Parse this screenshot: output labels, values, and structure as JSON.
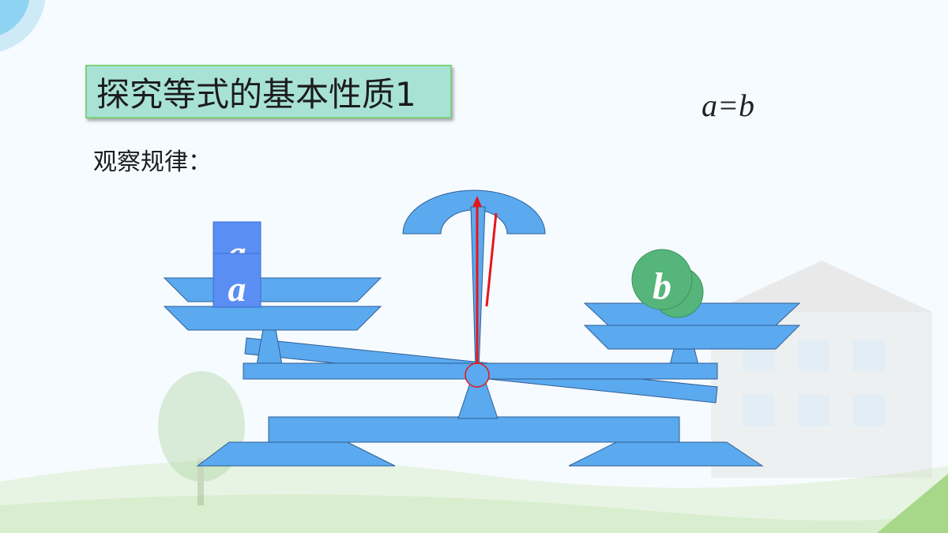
{
  "title": "探究等式的基本性质1",
  "subtitle": "观察规律：",
  "equation": "a=b",
  "left_pan": {
    "block_label": "a",
    "block_count": 2
  },
  "right_pan": {
    "ball_label": "b",
    "ball_count": 2
  },
  "colors": {
    "scale": "#5ba9ef",
    "scale_outline": "#2f5f96",
    "block": "#5b8ef2",
    "ball": "#55b57a",
    "needle": "#e8151b",
    "title_bg": "#a8e2d6",
    "title_border": "#7fd07a"
  }
}
